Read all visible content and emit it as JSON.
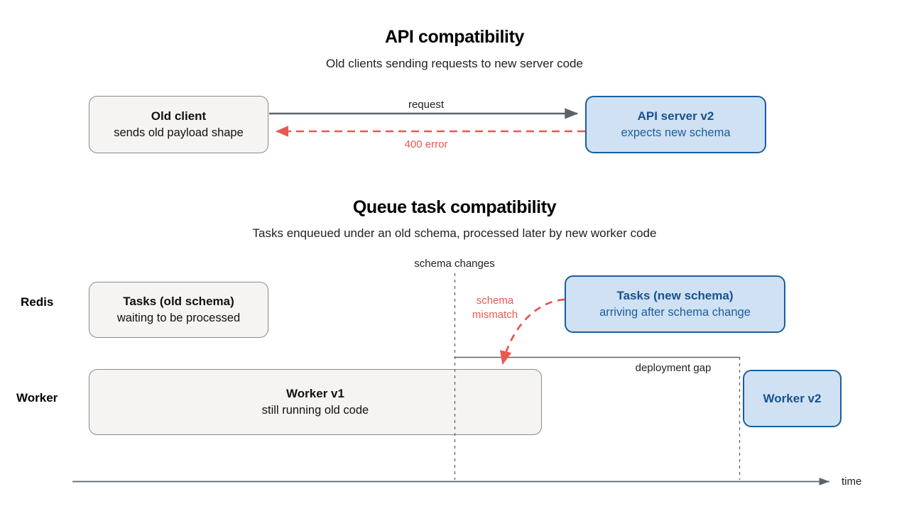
{
  "sections": [
    {
      "id": "api",
      "title": "API compatibility",
      "subtitle": "Old clients sending requests to new server code",
      "nodes": [
        {
          "id": "old-client",
          "title": "Old client",
          "subtitle": "sends old payload shape",
          "style": "grey"
        },
        {
          "id": "api-server-v2",
          "title": "API server v2",
          "subtitle": "expects new schema",
          "style": "blue"
        }
      ],
      "edges": [
        {
          "id": "request",
          "label": "request",
          "style": "solid-grey"
        },
        {
          "id": "error",
          "label": "400 error",
          "style": "dashed-red"
        }
      ]
    },
    {
      "id": "queue",
      "title": "Queue task compatibility",
      "subtitle": "Tasks enqueued under an old schema, processed later by new worker code",
      "row_labels": [
        "Redis",
        "Worker"
      ],
      "nodes": [
        {
          "id": "tasks-old-schema",
          "title": "Tasks (old schema)",
          "subtitle": "waiting to be processed",
          "style": "grey"
        },
        {
          "id": "tasks-new-schema",
          "title": "Tasks (new schema)",
          "subtitle": "arriving after schema change",
          "style": "blue"
        },
        {
          "id": "worker-v1",
          "title": "Worker v1",
          "subtitle": "still running old code",
          "style": "grey"
        },
        {
          "id": "worker-v2",
          "title": "Worker v2",
          "subtitle": "",
          "style": "blue"
        }
      ],
      "markers": [
        {
          "id": "schema-changes",
          "label": "schema changes"
        },
        {
          "id": "deployment-gap",
          "label": "deployment gap"
        },
        {
          "id": "schema-mismatch",
          "label_line1": "schema",
          "label_line2": "mismatch"
        }
      ],
      "axis": {
        "label": "time"
      }
    }
  ],
  "colors": {
    "grey_fill": "#f5f4f2",
    "grey_border": "#8a8a8a",
    "blue_fill": "#cfe1f3",
    "blue_border": "#1b5e9e",
    "blue_text": "#18528f",
    "red": "#e8594f",
    "line_grey": "#5f6368",
    "text": "#202124"
  }
}
